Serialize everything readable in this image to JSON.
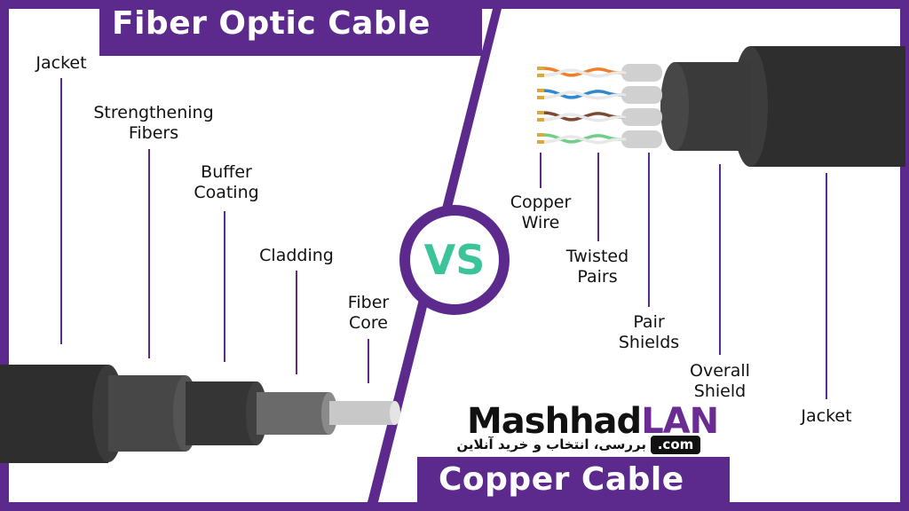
{
  "titles": {
    "fiber": "Fiber Optic Cable",
    "copper": "Copper Cable",
    "vs": "VS"
  },
  "fiber_labels": {
    "jacket": "Jacket",
    "strengthening_fibers": "Strengthening\nFibers",
    "buffer_coating": "Buffer\nCoating",
    "cladding": "Cladding",
    "fiber_core": "Fiber\nCore"
  },
  "copper_labels": {
    "copper_wire": "Copper\nWire",
    "twisted_pairs": "Twisted\nPairs",
    "pair_shields": "Pair\nShields",
    "overall_shield": "Overall\nShield",
    "jacket": "Jacket"
  },
  "brand": {
    "name_part1": "Mashhad",
    "name_part2": "LAN",
    "dotcom": ".com",
    "tagline": "بررسی، انتخاب و خرید آنلاین"
  },
  "colors": {
    "frame": "#5b2a8c",
    "panel": "#ffffff",
    "title_text": "#ffffff",
    "vs_text": "#3bc49a",
    "leader_line": "#5b2a8c",
    "brand_accent": "#6a2c93",
    "pair_colors": [
      "#f07f2a",
      "#2f88d0",
      "#7b4a33",
      "#6fcf87"
    ]
  }
}
